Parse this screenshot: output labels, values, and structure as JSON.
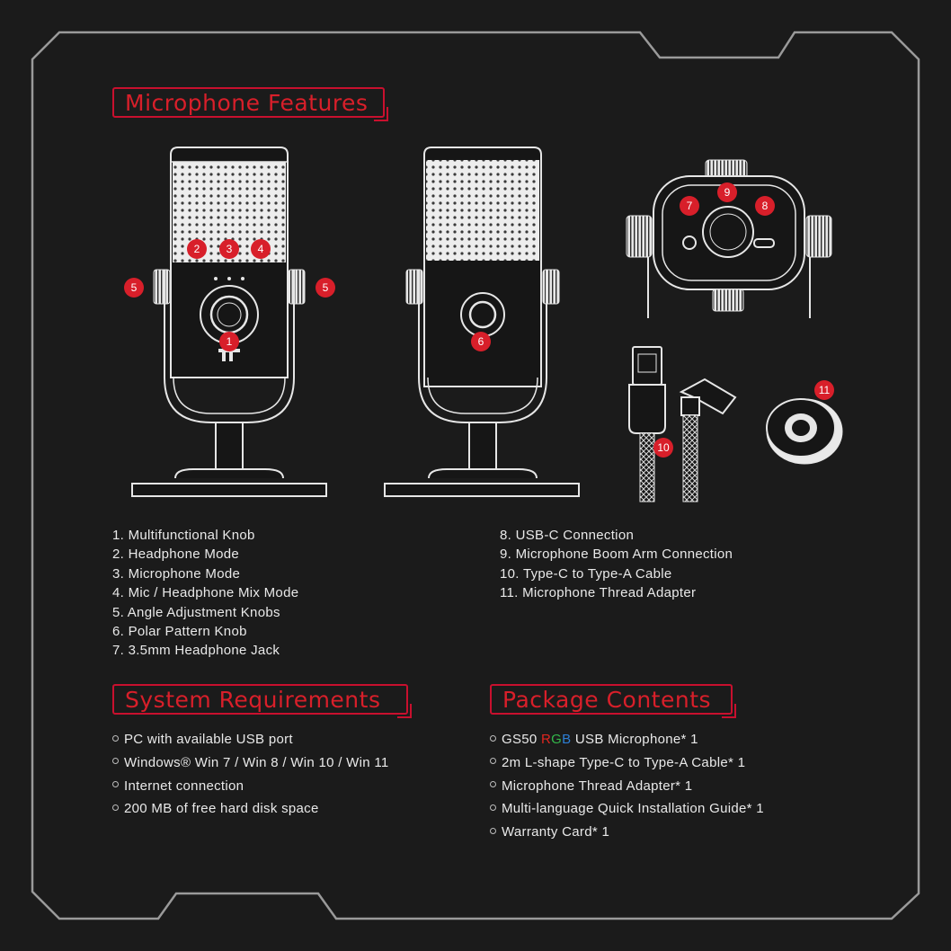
{
  "headings": {
    "features": "Microphone Features",
    "requirements": "System Requirements",
    "package": "Package Contents"
  },
  "features_left": [
    "1. Multifunctional Knob",
    "2. Headphone Mode",
    "3. Microphone Mode",
    "4. Mic / Headphone Mix Mode",
    "5. Angle Adjustment Knobs",
    "6. Polar Pattern Knob",
    "7. 3.5mm Headphone Jack"
  ],
  "features_right": [
    "8. USB-C Connection",
    "9. Microphone Boom Arm Connection",
    "10. Type-C to Type-A Cable",
    "11. Microphone Thread Adapter"
  ],
  "requirements": [
    "PC with available USB port",
    "Windows® Win 7 / Win 8 / Win 10 / Win 11",
    "Internet connection",
    "200 MB of free hard disk space"
  ],
  "package": {
    "item1_prefix": "GS50 ",
    "item1_r": "R",
    "item1_g": "G",
    "item1_b": "B",
    "item1_suffix": " USB Microphone* 1",
    "items": [
      "2m L-shape Type-C to Type-A Cable* 1",
      "Microphone Thread Adapter* 1",
      "Multi-language Quick Installation Guide* 1",
      "Warranty Card* 1"
    ]
  },
  "callouts": {
    "n1": "1",
    "n2": "2",
    "n3": "3",
    "n4": "4",
    "n5": "5",
    "n6": "6",
    "n7": "7",
    "n8": "8",
    "n9": "9",
    "n10": "10",
    "n11": "11"
  },
  "colors": {
    "accent": "#c8102e",
    "background": "#1b1b1b",
    "frame": "#9a9a9a"
  }
}
